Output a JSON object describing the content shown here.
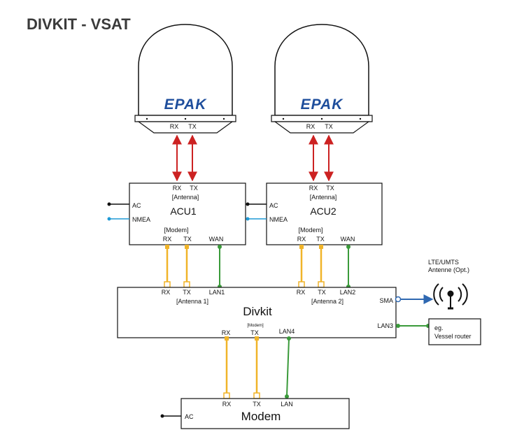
{
  "title": "DIVKIT - VSAT",
  "colors": {
    "rf": "#cc2222",
    "modem": "#f0b429",
    "lan": "#3a9a3a",
    "nmea": "#1e9ad6",
    "sma": "#2f68b1",
    "logo": "#1e4e9c"
  },
  "icons": [
    "antenna-dome-icon",
    "lte-tower-icon"
  ],
  "antennas": [
    {
      "logo": "EPAK",
      "rx": "RX",
      "tx": "TX"
    },
    {
      "logo": "EPAK",
      "rx": "RX",
      "tx": "TX"
    }
  ],
  "acus": [
    {
      "name": "ACU1",
      "rx": "RX",
      "tx": "TX",
      "antenna_label": "[Antenna]",
      "ac": "AC",
      "nmea": "NMEA",
      "modem_label": "[Modem]",
      "mrx": "RX",
      "mtx": "TX",
      "wan": "WAN"
    },
    {
      "name": "ACU2",
      "rx": "RX",
      "tx": "TX",
      "antenna_label": "[Antenna]",
      "ac": "AC",
      "nmea": "NMEA",
      "modem_label": "[Modem]",
      "mrx": "RX",
      "mtx": "TX",
      "wan": "WAN"
    }
  ],
  "divkit": {
    "name": "Divkit",
    "rx1": "RX",
    "tx1": "TX",
    "lan1": "LAN1",
    "antenna1": "[Antenna 1]",
    "rx2": "RX",
    "tx2": "TX",
    "lan2": "LAN2",
    "antenna2": "[Antenna 2]",
    "sma": "SMA",
    "lan3": "LAN3",
    "modem_label": "[Modem]",
    "mrx": "RX",
    "mtx": "TX",
    "lan4": "LAN4"
  },
  "lte": {
    "line1": "LTE/UMTS",
    "line2": "Antenne (Opt.)"
  },
  "router": {
    "line1": "eg.",
    "line2": "Vessel router"
  },
  "modem": {
    "name": "Modem",
    "rx": "RX",
    "tx": "TX",
    "lan": "LAN",
    "ac": "AC"
  }
}
